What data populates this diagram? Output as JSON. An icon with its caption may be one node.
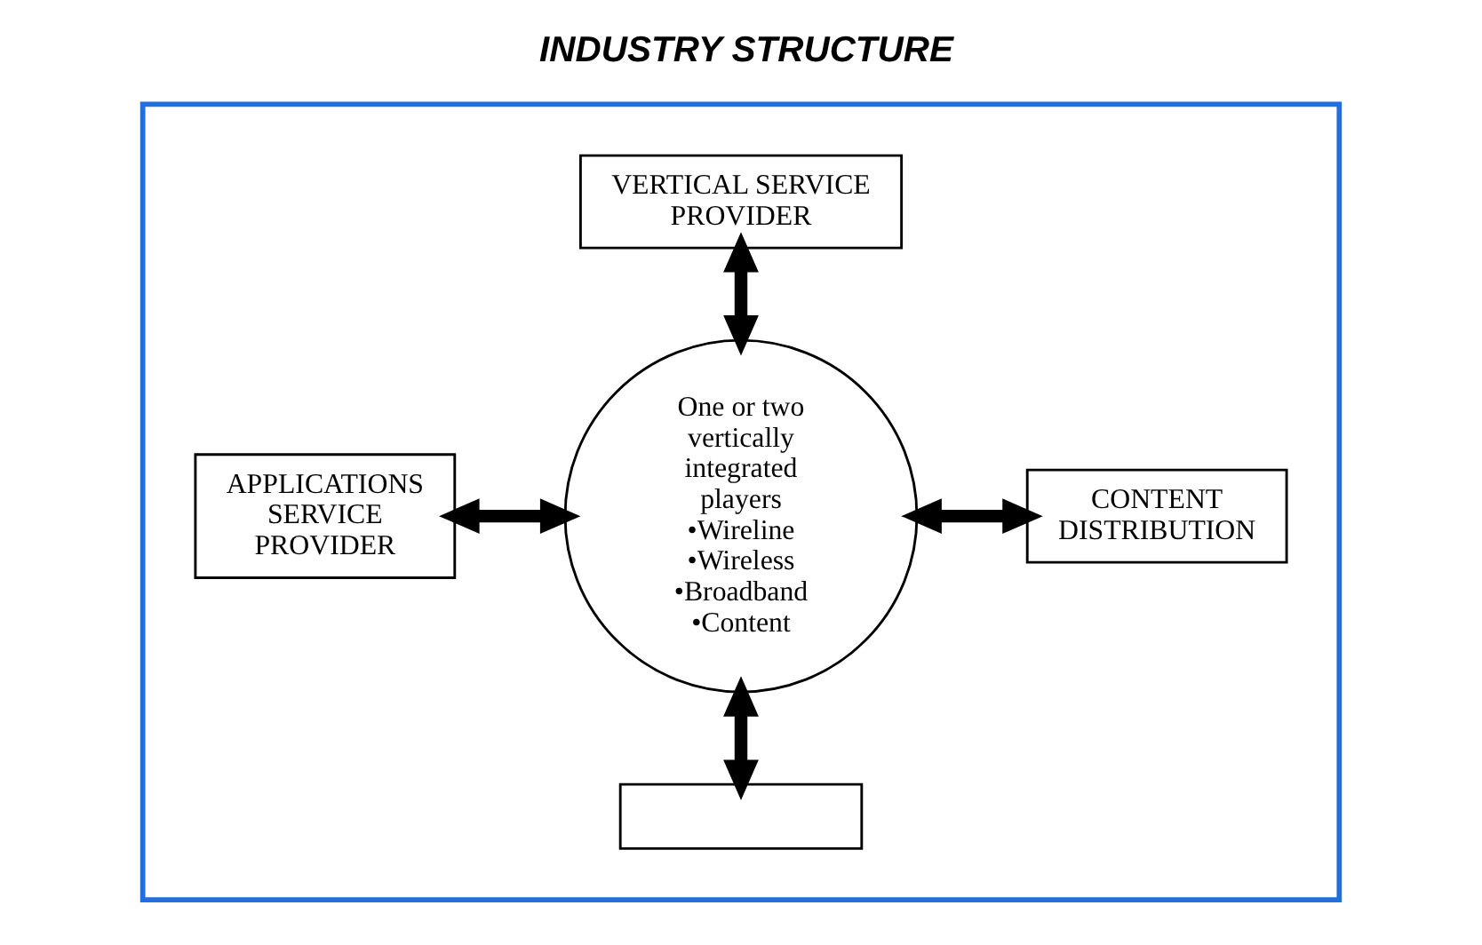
{
  "diagram": {
    "title": "INDUSTRY STRUCTURE",
    "nodes": [
      {
        "text": [],
        "shape": "box"
      },
      {
        "text": [
          "VERTICAL SERVICE PROVIDER"
        ],
        "in": 0
      },
      {
        "text": [
          "APPLICATIONS SERVICE PROVIDER"
        ],
        "in": 0
      },
      {
        "text": [
          "One or two vertically integrated players",
          "•Wireline",
          "•Wireless",
          "•Broadband",
          "•Content"
        ],
        "in": 0
      },
      {
        "text": [
          "CONTENT DISTRIBUTION"
        ],
        "in": 0
      },
      {
        "text": [],
        "shape": "box",
        "in": 0
      }
    ],
    "edges": [
      {
        "from": 1,
        "to": 3,
        "arrow": "both"
      },
      {
        "from": 2,
        "to": 3,
        "arrow": "both"
      },
      {
        "from": 3,
        "to": 4,
        "arrow": "both"
      },
      {
        "from": 3,
        "to": 5,
        "arrow": "both"
      }
    ]
  }
}
